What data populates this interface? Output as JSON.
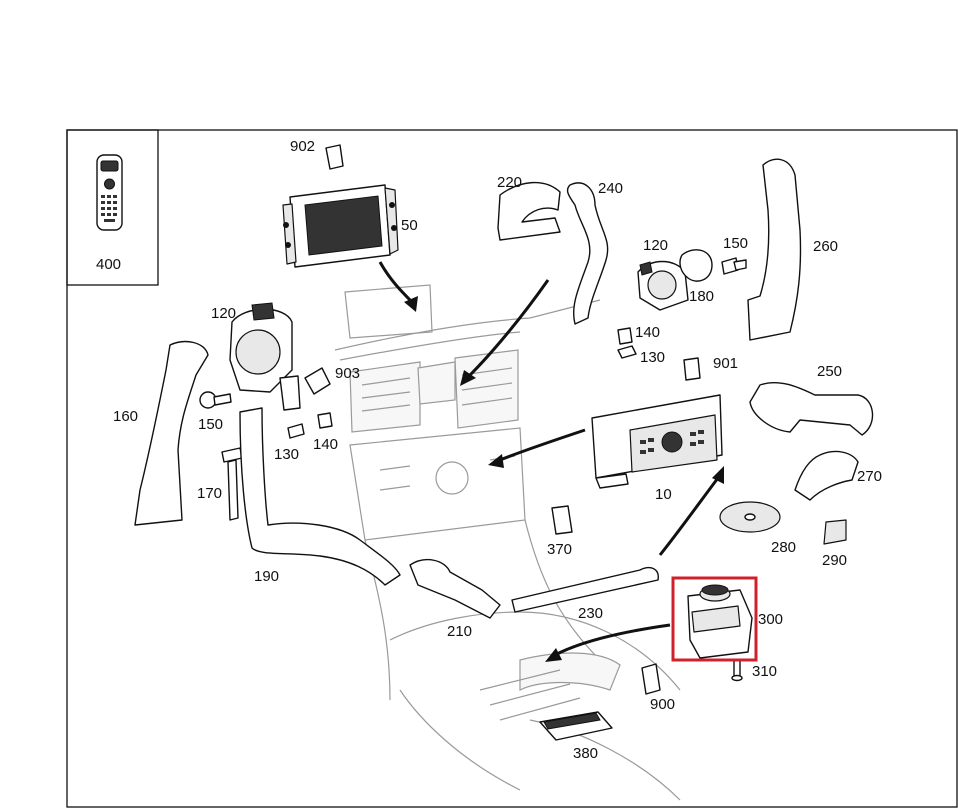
{
  "labels": {
    "l400": "400",
    "l902": "902",
    "l50": "50",
    "l220": "220",
    "l240": "240",
    "l120a": "120",
    "l150a": "150",
    "l260": "260",
    "l180": "180",
    "l120b": "120",
    "l903": "903",
    "l140a": "140",
    "l130a": "130",
    "l901": "901",
    "l250": "250",
    "l160": "160",
    "l150b": "150",
    "l130b": "130",
    "l140b": "140",
    "l170": "170",
    "l10": "10",
    "l270": "270",
    "l370": "370",
    "l280": "280",
    "l290": "290",
    "l190": "190",
    "l230": "230",
    "l210": "210",
    "l300": "300",
    "l310": "310",
    "l900": "900",
    "l380": "380"
  },
  "highlight": {
    "part": "300",
    "color": "#d0202a"
  }
}
